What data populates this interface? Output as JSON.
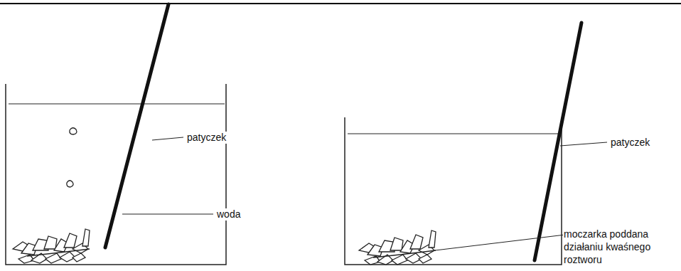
{
  "diagram": {
    "labels": [
      "patyczek",
      "woda",
      "patyczek",
      "moczarka poddana działaniu kwaśnego roztworu"
    ]
  }
}
